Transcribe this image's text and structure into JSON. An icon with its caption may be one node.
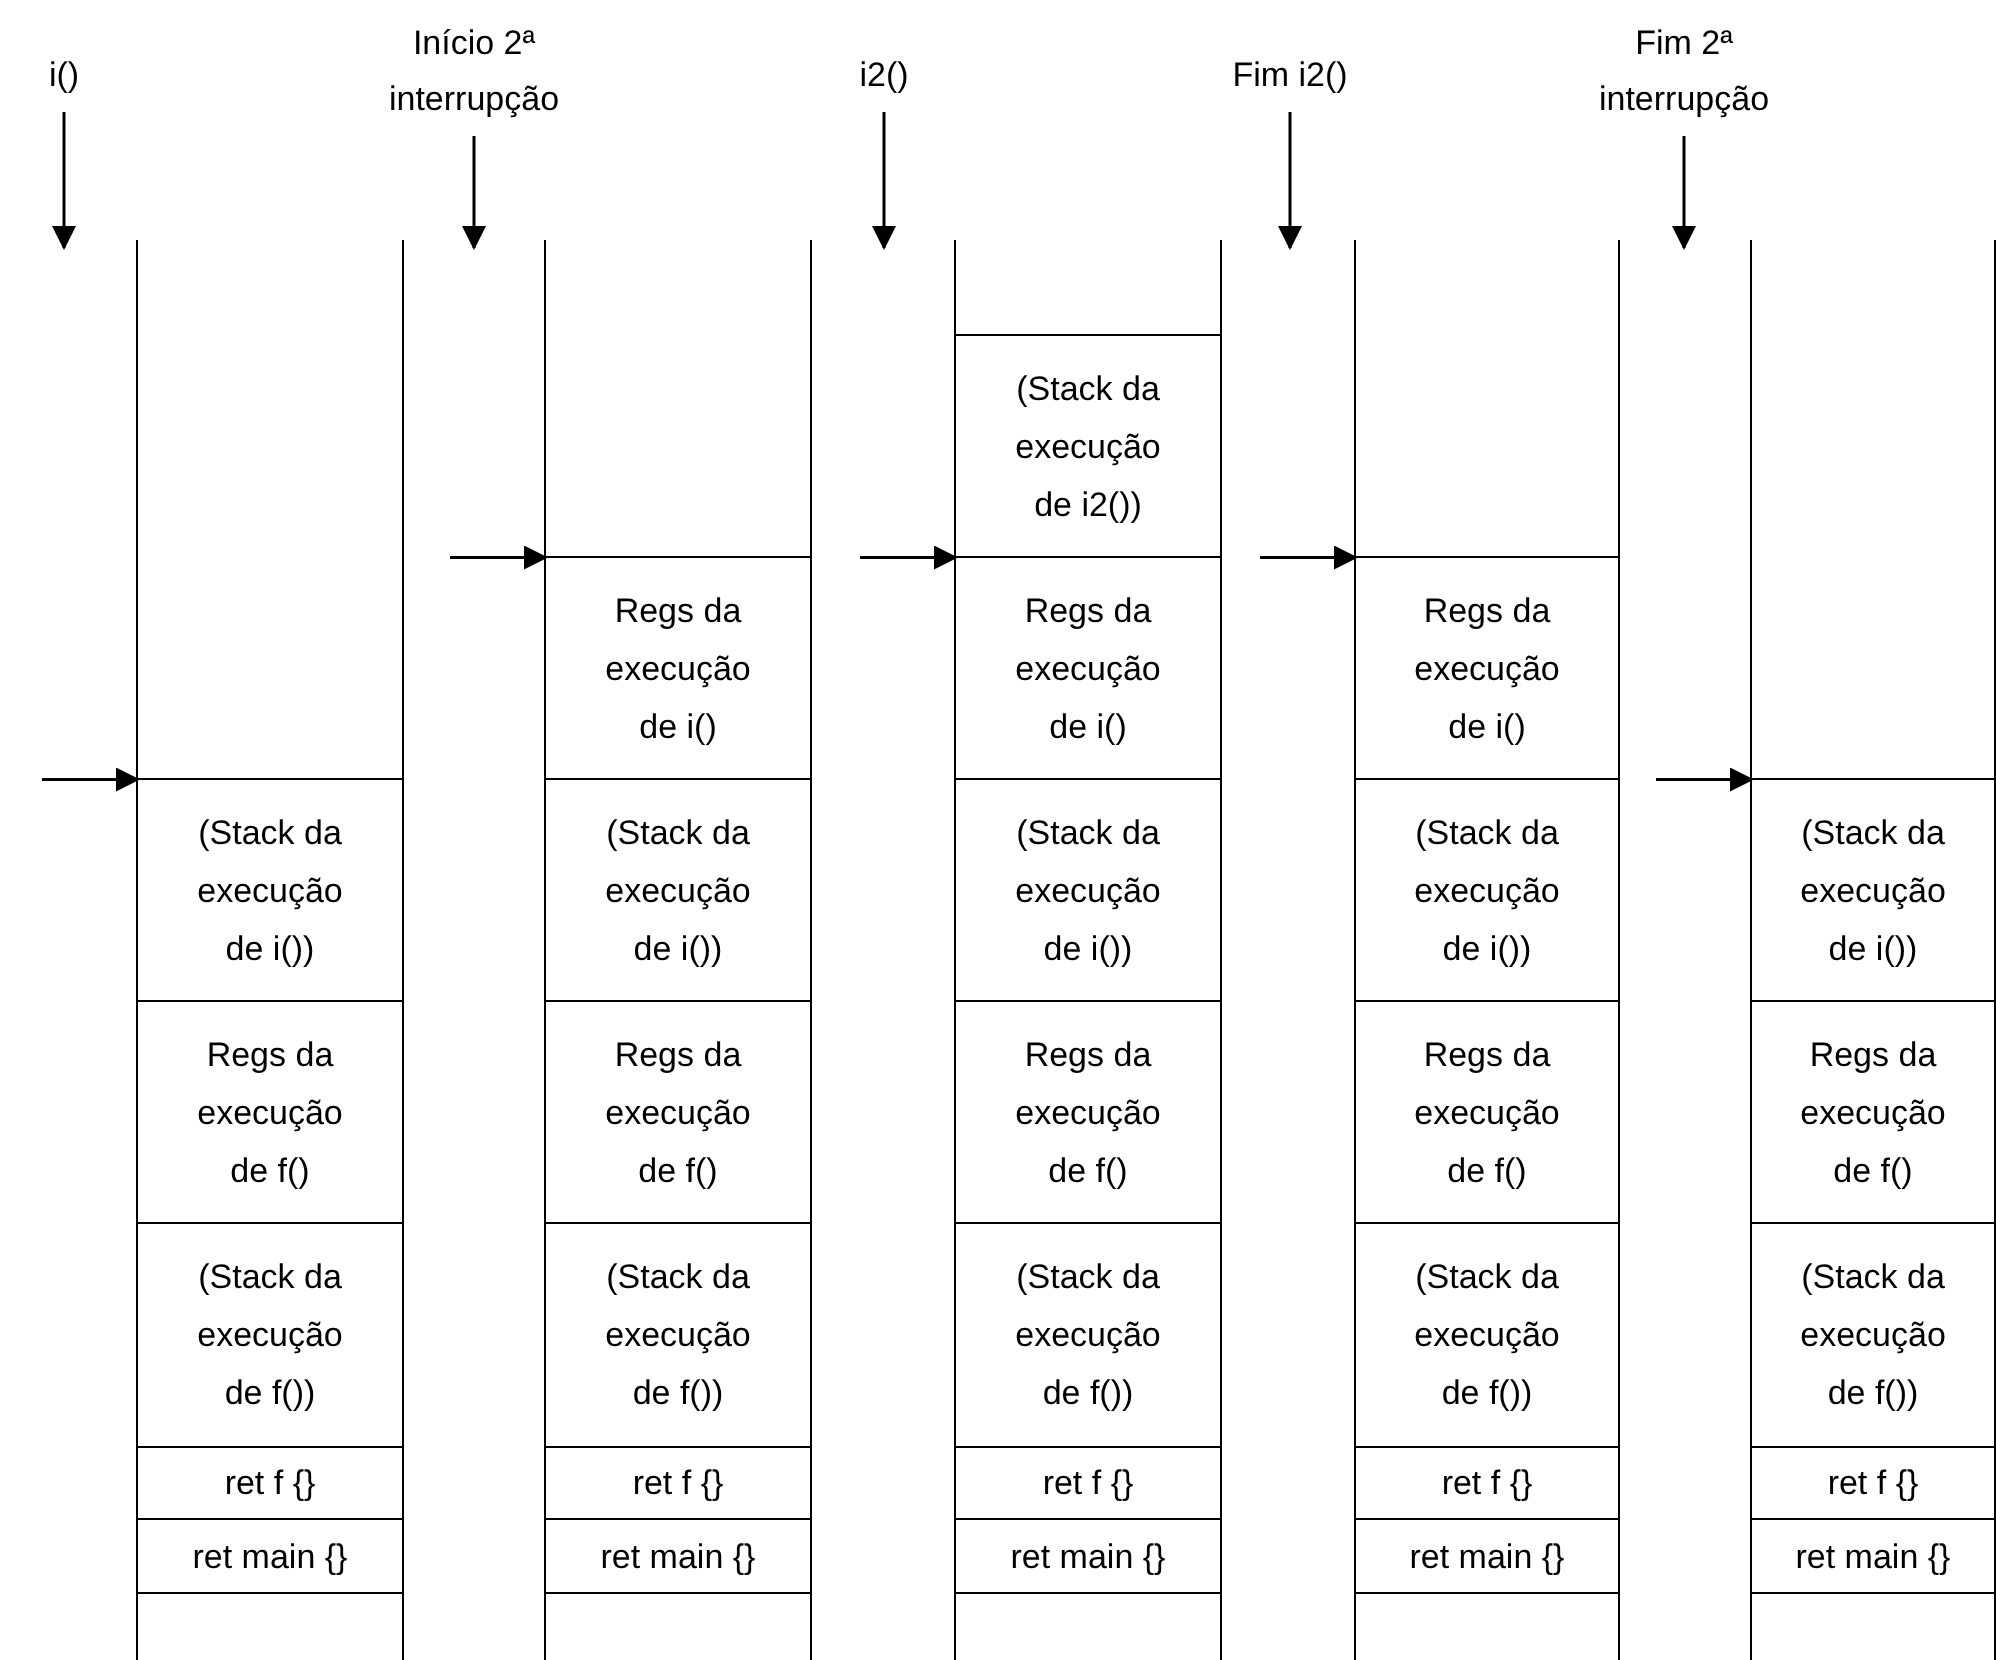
{
  "diagram": {
    "nodes": [
      {
        "text": [
          "i()"
        ]
      },
      {
        "text": [
          "Início 2ª interrupção"
        ]
      },
      {
        "text": [
          "i2()"
        ]
      },
      {
        "text": [
          "Fim i2()"
        ]
      },
      {
        "text": [
          "Fim 2ª interrupção"
        ]
      },
      {
        "text": [],
        "shape": "box"
      },
      {
        "text": [
          "(Stack da execução de i())"
        ],
        "in": 5
      },
      {
        "text": [
          "Regs da execução de f()"
        ],
        "in": 5
      },
      {
        "text": [
          "(Stack da execução de f())"
        ],
        "in": 5
      },
      {
        "text": [
          "ret f {}"
        ],
        "in": 5
      },
      {
        "text": [
          "ret main {}"
        ],
        "in": 5
      },
      {
        "text": [],
        "shape": "box"
      },
      {
        "text": [
          "Regs da execução de i()"
        ],
        "in": 11
      },
      {
        "text": [
          "(Stack da execução de i())"
        ],
        "in": 11
      },
      {
        "text": [
          "Regs da execução de f()"
        ],
        "in": 11
      },
      {
        "text": [
          "(Stack da execução de f())"
        ],
        "in": 11
      },
      {
        "text": [
          "ret f {}"
        ],
        "in": 11
      },
      {
        "text": [
          "ret main {}"
        ],
        "in": 11
      },
      {
        "text": [],
        "shape": "box"
      },
      {
        "text": [
          "(Stack da execução de i2())"
        ],
        "in": 18
      },
      {
        "text": [
          "Regs da execução de i()"
        ],
        "in": 18
      },
      {
        "text": [
          "(Stack da execução de i())"
        ],
        "in": 18
      },
      {
        "text": [
          "Regs da execução de f()"
        ],
        "in": 18
      },
      {
        "text": [
          "(Stack da execução de f())"
        ],
        "in": 18
      },
      {
        "text": [
          "ret f {}"
        ],
        "in": 18
      },
      {
        "text": [
          "ret main {}"
        ],
        "in": 18
      },
      {
        "text": [],
        "shape": "box"
      },
      {
        "text": [
          "Regs da execução de i()"
        ],
        "in": 26
      },
      {
        "text": [
          "(Stack da execução de i())"
        ],
        "in": 26
      },
      {
        "text": [
          "Regs da execução de f()"
        ],
        "in": 26
      },
      {
        "text": [
          "(Stack da execução de f())"
        ],
        "in": 26
      },
      {
        "text": [
          "ret f {}"
        ],
        "in": 26
      },
      {
        "text": [
          "ret main {}"
        ],
        "in": 26
      },
      {
        "text": [],
        "shape": "box"
      },
      {
        "text": [
          "(Stack da execução de i())"
        ],
        "in": 33
      },
      {
        "text": [
          "Regs da execução de f()"
        ],
        "in": 33
      },
      {
        "text": [
          "(Stack da execução de f())"
        ],
        "in": 33
      },
      {
        "text": [
          "ret f {}"
        ],
        "in": 33
      },
      {
        "text": [
          "ret main {}"
        ],
        "in": 33
      }
    ],
    "edges": [
      {
        "from": 0,
        "to": null,
        "arrow": "to"
      },
      {
        "from": 1,
        "to": null,
        "arrow": "to"
      },
      {
        "from": 2,
        "to": null,
        "arrow": "to"
      },
      {
        "from": 3,
        "to": null,
        "arrow": "to"
      },
      {
        "from": 4,
        "to": null,
        "arrow": "to"
      },
      {
        "from": null,
        "to": 6,
        "arrow": "to"
      },
      {
        "from": null,
        "to": 12,
        "arrow": "to"
      },
      {
        "from": null,
        "to": 20,
        "arrow": "to"
      },
      {
        "from": null,
        "to": 27,
        "arrow": "to"
      },
      {
        "from": null,
        "to": 34,
        "arrow": "to"
      }
    ]
  }
}
